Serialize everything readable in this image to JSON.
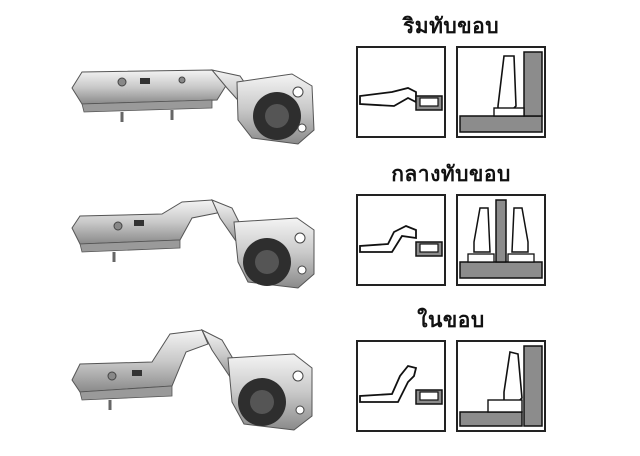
{
  "rows": [
    {
      "label": "ริมทับขอบ",
      "type": "full-overlay"
    },
    {
      "label": "กลางทับขอบ",
      "type": "half-overlay"
    },
    {
      "label": "ในขอบ",
      "type": "inset"
    }
  ],
  "colors": {
    "panel_fill": "#8c8c8c",
    "metal_light": "#e6e6e6",
    "metal_mid": "#b9b9b9",
    "metal_dark": "#5a5a5a",
    "mechanism": "#2e2e2e"
  },
  "icons": [
    "hinge-full-overlay-image",
    "hinge-half-overlay-image",
    "hinge-inset-image"
  ]
}
